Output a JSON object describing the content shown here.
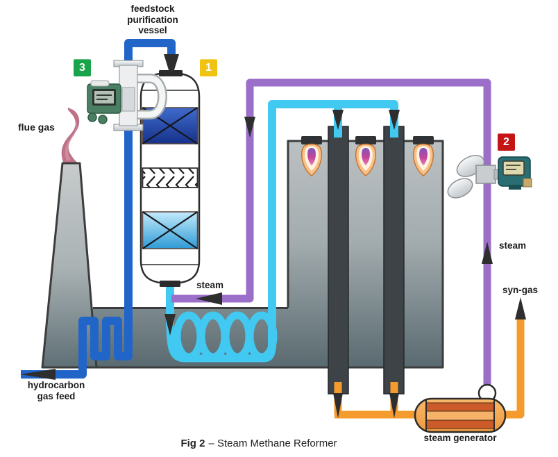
{
  "figure": {
    "caption_prefix": "Fig 2",
    "caption_rest": "– Steam Methane Reformer"
  },
  "labels": {
    "feedstock_vessel": "feedstock\npurification\nvessel",
    "flue_gas": "flue gas",
    "steam_mix": "steam",
    "hydrocarbon_feed": "hydrocarbon\ngas feed",
    "steam_riser": "steam",
    "syn_gas": "syn-gas",
    "steam_generator": "steam generator"
  },
  "badges": [
    {
      "label": "1",
      "color": "#f0c313"
    },
    {
      "label": "2",
      "color": "#c41414"
    },
    {
      "label": "3",
      "color": "#17a44a"
    }
  ],
  "icons": [
    "purification-vessel",
    "reformer-furnace",
    "reformer-tube",
    "burner-flame",
    "flue-stack",
    "flue-gas-smoke",
    "steam-generator",
    "flow-transmitter",
    "steam-transmitter",
    "flow-arrow"
  ],
  "colors": {
    "feed_pipe_blue": "#2165c8",
    "steam_feed_cyan": "#41c9f2",
    "steam_pipe_purple": "#9b6fc9",
    "syngas_pipe_orange": "#f59b2e",
    "furnace_gray_top": "#bcc1c3",
    "furnace_gray_bottom": "#5a6b72",
    "tube_dark": "#3e4347",
    "flame_outer": "#f7c089",
    "flame_inner_top": "#7e57b8",
    "flame_inner_bottom": "#ef7cb4",
    "smoke_mauve": "#bd7287",
    "generator_band": "#cc5b2a",
    "generator_body": "#f5a54d",
    "badge_1": "#f0c313",
    "badge_2": "#c41414",
    "badge_3": "#17a44a"
  }
}
